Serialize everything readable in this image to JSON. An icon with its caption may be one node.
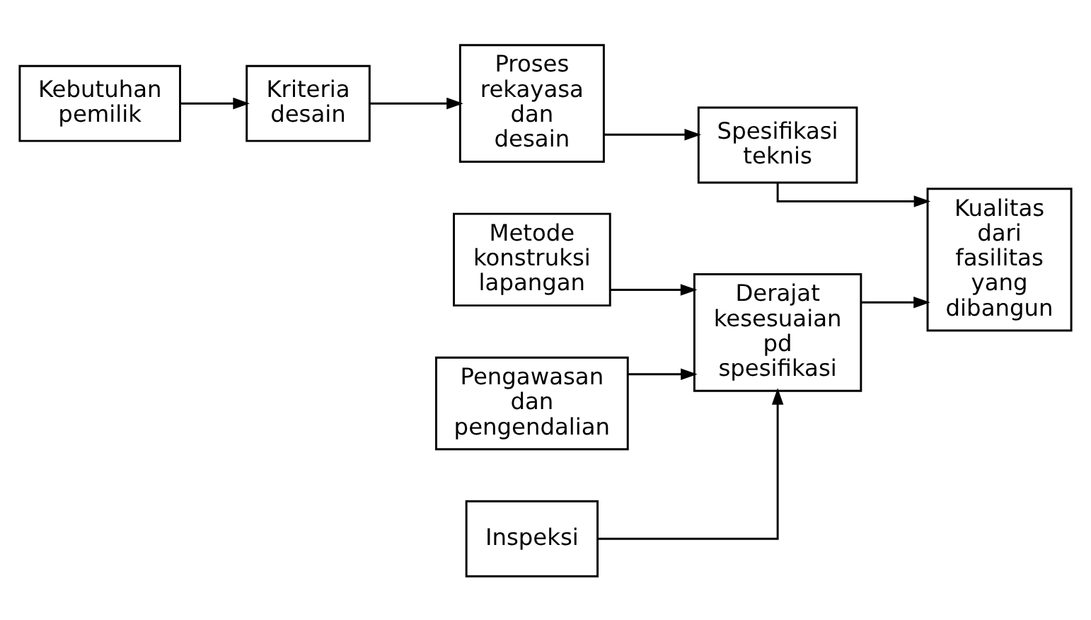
{
  "diagram": {
    "nodes": [
      {
        "text": [
          "Kebutuhan pemilik"
        ]
      },
      {
        "text": [
          "Kriteria desain"
        ]
      },
      {
        "text": [
          "Proses rekayasa dan desain"
        ]
      },
      {
        "text": [
          "Spesifikasi teknis"
        ]
      },
      {
        "text": [
          "Metode konstruksi lapangan"
        ]
      },
      {
        "text": [
          "Kualitas dari fasilitas yang dibangun"
        ]
      },
      {
        "text": [
          "Pengawasan dan pengendalian"
        ]
      },
      {
        "text": [
          "Derajat kesesuaian pd spesifikasi"
        ]
      },
      {
        "text": [
          "Inspeksi"
        ]
      }
    ],
    "edges": [
      {
        "from": 0,
        "to": 1,
        "arrow": "to"
      },
      {
        "from": 1,
        "to": 2,
        "arrow": "to"
      },
      {
        "from": 2,
        "to": 3,
        "arrow": "to"
      },
      {
        "from": 3,
        "to": 5,
        "arrow": "to"
      },
      {
        "from": 7,
        "to": 5,
        "arrow": "to"
      },
      {
        "from": 4,
        "to": 7,
        "arrow": "to"
      },
      {
        "from": 6,
        "to": 7,
        "arrow": "to"
      },
      {
        "from": 8,
        "to": 7,
        "arrow": "to"
      }
    ]
  }
}
